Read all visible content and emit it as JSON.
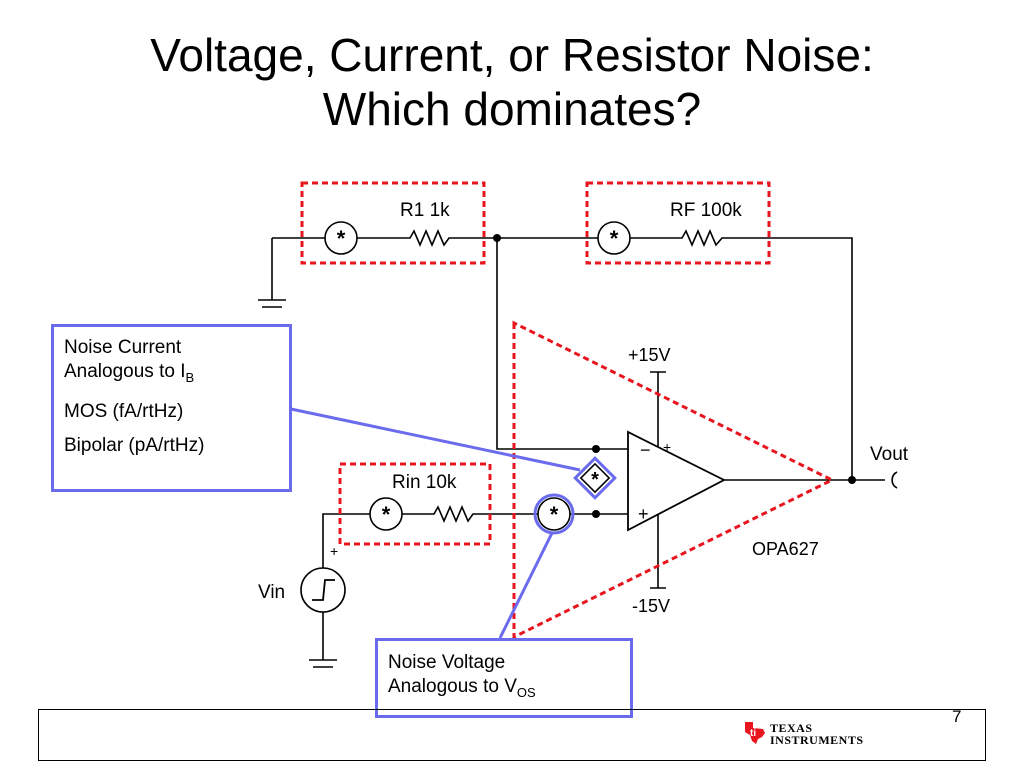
{
  "slide": {
    "title_line1": "Voltage, Current, or Resistor Noise:",
    "title_line2": "Which dominates?",
    "page_number": "7"
  },
  "circuit": {
    "r1_label": "R1 1k",
    "rf_label": "RF 100k",
    "rin_label": "Rin 10k",
    "supply_pos": "+15V",
    "supply_neg": "-15V",
    "vout_label": "Vout",
    "vin_label": "Vin",
    "opamp_label": "OPA627",
    "minus_sign": "−",
    "plus_sign": "+",
    "noise_symbol": "*",
    "colors": {
      "wire": "#000000",
      "highlight": "#e8141e",
      "callout": "#6b6bee"
    }
  },
  "callouts": {
    "current": {
      "line1": "Noise Current",
      "line2_prefix": "Analogous to I",
      "line2_sub": "B",
      "line3": "MOS (fA/rtHz)",
      "line4": "Bipolar (pA/rtHz)"
    },
    "voltage": {
      "line1": "Noise Voltage",
      "line2_prefix": "Analogous to V",
      "line2_sub": "OS"
    }
  },
  "logo": {
    "line1": "TEXAS",
    "line2": "INSTRUMENTS",
    "icon": "texas-state-icon",
    "color": "#e8141e"
  }
}
